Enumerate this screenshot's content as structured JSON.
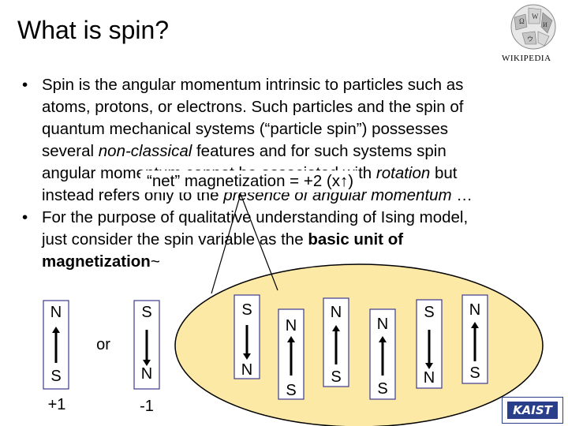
{
  "slide": {
    "title": "What is spin?",
    "logo_text": "WIKIPEDIA",
    "bullet1": {
      "line1": "Spin is the angular momentum intrinsic to particles such as",
      "line2": "atoms, protons, or electrons. Such particles and the spin of",
      "line3": "quantum mechanical systems (“particle spin”) possesses",
      "line4_pre": "several ",
      "line4_em": "non-classical",
      "line4_post": " features and for such systems spin",
      "line5_pre": "angular momentum cannot be associated with ",
      "line5_em": "rotation",
      "line5_post": " but",
      "line6_pre": "instead refers only to the ",
      "line6_em": "presence of angular momentum",
      "line6_post": " …"
    },
    "bullet2": {
      "line1": "For the purpose of qualitative understanding of Ising model,",
      "line2_pre": "just consider the spin variable as the ",
      "line2_bold": "basic unit of",
      "line3_bold": "magnetization",
      "line3_post": "~"
    },
    "callout": "“net” magnetization = +2 (x↑)",
    "legend": {
      "up_top": "N",
      "up_bottom": "S",
      "up_value": "+1",
      "or": "or",
      "down_top": "S",
      "down_bottom": "N",
      "down_value": "-1"
    },
    "spins": [
      {
        "top": "S",
        "bottom": "N"
      },
      {
        "top": "N",
        "bottom": "S"
      },
      {
        "top": "N",
        "bottom": "S"
      },
      {
        "top": "N",
        "bottom": "S"
      },
      {
        "top": "S",
        "bottom": "N"
      },
      {
        "top": "N",
        "bottom": "S"
      }
    ],
    "kaist_logo": "KAIST",
    "colors": {
      "ellipse_fill": "#fde9a6",
      "ellipse_stroke": "#000000",
      "legend_box_stroke": "#3b3b8f"
    }
  }
}
